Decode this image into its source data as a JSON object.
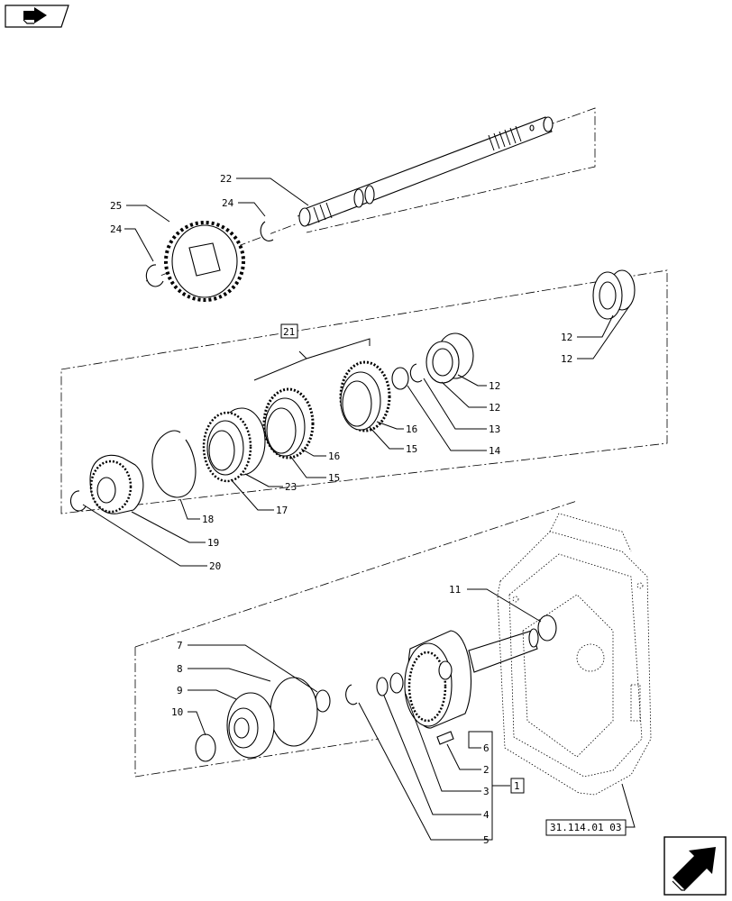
{
  "callouts": {
    "c1": "1",
    "c2": "2",
    "c3": "3",
    "c4": "4",
    "c5": "5",
    "c6": "6",
    "c7": "7",
    "c8": "8",
    "c9": "9",
    "c10": "10",
    "c11": "11",
    "c12a": "12",
    "c12b": "12",
    "c12c": "12",
    "c12d": "12",
    "c13": "13",
    "c14": "14",
    "c15a": "15",
    "c15b": "15",
    "c16a": "16",
    "c16b": "16",
    "c17": "17",
    "c18": "18",
    "c19": "19",
    "c20": "20",
    "c21": "21",
    "c22": "22",
    "c23": "23",
    "c24a": "24",
    "c24b": "24",
    "c25": "25"
  },
  "reference": "31.114.01 03",
  "icons": {
    "top_left": "book-arrow-icon",
    "bottom_right": "next-page-arrow-icon"
  }
}
